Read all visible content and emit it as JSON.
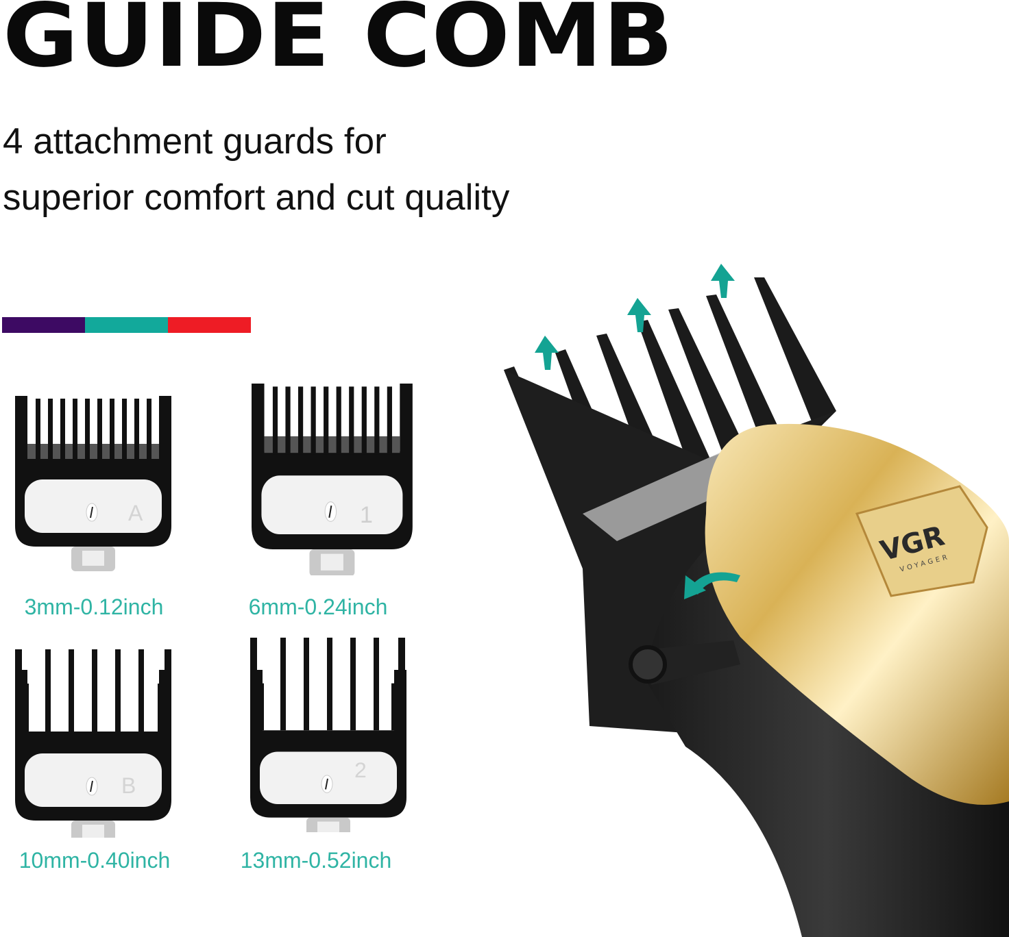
{
  "header": {
    "title": "GUIDE COMB",
    "subtitle_lines": [
      "4 attachment guards for",
      "superior comfort and cut quality"
    ]
  },
  "color_bar": [
    "#3d0a63",
    "#12a99b",
    "#ee1c25"
  ],
  "accent_color": "#2fb4a4",
  "guards": [
    {
      "letter": "A",
      "label": "3mm-0.12inch"
    },
    {
      "letter": "1",
      "label": "6mm-0.24inch"
    },
    {
      "letter": "B",
      "label": "10mm-0.40inch"
    },
    {
      "letter": "2",
      "label": "13mm-0.52inch"
    }
  ],
  "product": {
    "brand": "VGR",
    "brand_sub": "VOYAGER"
  }
}
